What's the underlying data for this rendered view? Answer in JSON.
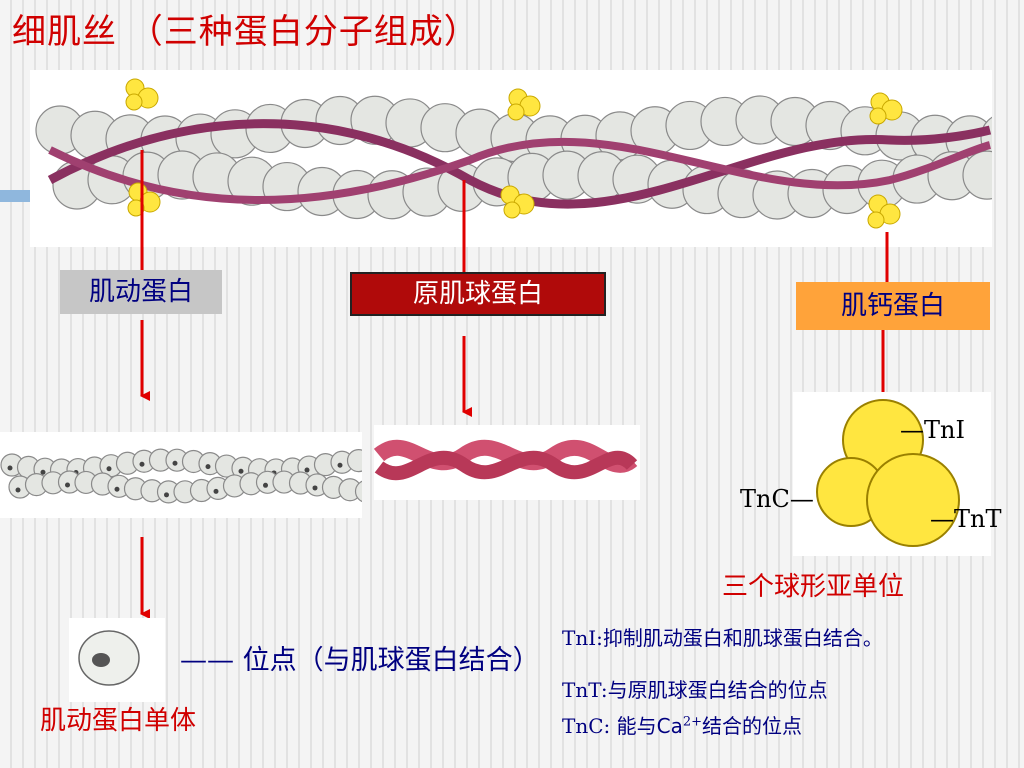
{
  "title": "细肌丝 （三种蛋白分子组成）",
  "labels": {
    "actin": "肌动蛋白",
    "tropomyosin": "原肌球蛋白",
    "troponin": "肌钙蛋白",
    "site": "—— 位点（与肌球蛋白结合）",
    "monomer": "肌动蛋白单体",
    "subunits": "三个球形亚单位"
  },
  "troponin_tags": {
    "tni": "—TnI",
    "tnc": "TnC—",
    "tnt": "—TnT"
  },
  "descriptions": {
    "tni": "TnI:抑制肌动蛋白和肌球蛋白结合。",
    "tnt": "TnT:与原肌球蛋白结合的位点",
    "tnc_prefix": "TnC: 能与",
    "tnc_ion": "Ca",
    "tnc_charge": "2+",
    "tnc_suffix": "结合的位点"
  },
  "colors": {
    "title": "#d00000",
    "label_text": "#000080",
    "actin_bead": "#e4e6e2",
    "tropomyosin": "#8a3060",
    "troponin": "#ffe640",
    "arrow": "#e00000"
  }
}
